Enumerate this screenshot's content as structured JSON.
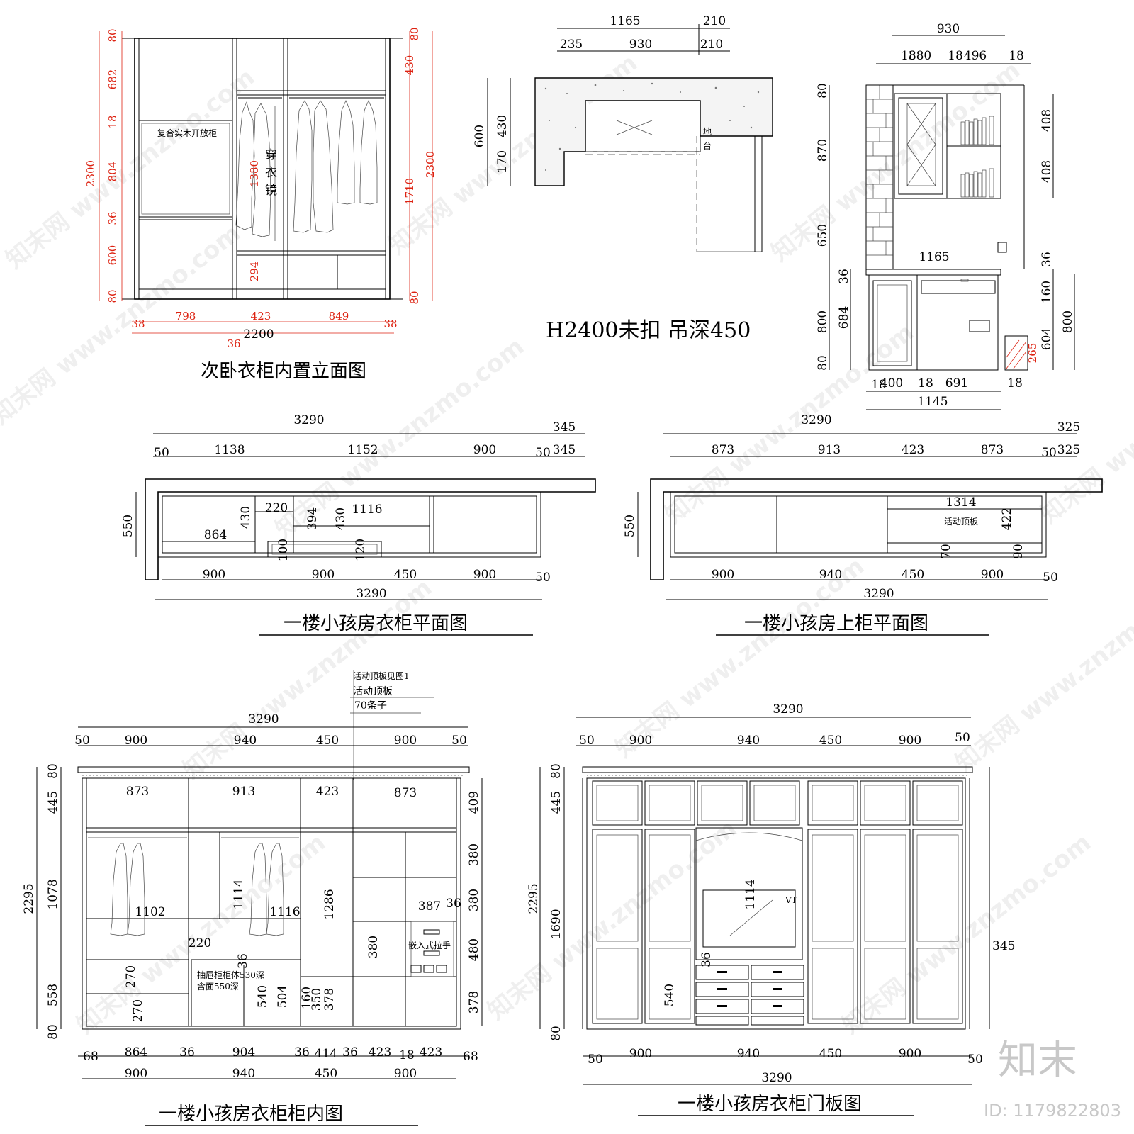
{
  "panels": {
    "p1": {
      "title": "次卧衣柜内置立面图",
      "label_open_cabinet": "复合实木开放柜",
      "label_mirror": [
        "穿",
        "衣",
        "镜"
      ],
      "dims_left": [
        "80",
        "682",
        "18",
        "804",
        "36",
        "600",
        "80"
      ],
      "dim_left_total": "2300",
      "dims_right": [
        "80",
        "430",
        "1710",
        "80"
      ],
      "dim_right_total": "2300",
      "dim_mid_1380": "1380",
      "dim_mid_294": "294",
      "dims_bottom": [
        "38",
        "798",
        "423",
        "849",
        "38"
      ],
      "dim_bottom_36": "36",
      "dim_bottom_total": "2200"
    },
    "p2": {
      "caption": "H2400未扣  吊深450",
      "dims_top1": [
        "1165",
        "210"
      ],
      "dims_top2": [
        "235",
        "930",
        "210"
      ],
      "dims_left": [
        "600",
        "430",
        "170"
      ],
      "label_floor_a": "地",
      "label_floor_b": "台"
    },
    "p3": {
      "dim_top_total": "930",
      "dims_top": [
        "18",
        "380",
        "18",
        "496",
        "18"
      ],
      "dims_left": [
        "80",
        "870",
        "650",
        "36",
        "800",
        "684",
        "80"
      ],
      "dims_right": [
        "408",
        "408",
        "36",
        "160",
        "604",
        "800"
      ],
      "dim_red_265": "265",
      "dim_desk": "1165",
      "dims_bottom": [
        "18",
        "400",
        "18",
        "691",
        "18"
      ],
      "dim_bottom_total": "1145"
    },
    "p4": {
      "title": "一楼小孩房衣柜平面图",
      "dim_top_total": "3290",
      "dim_top_345a": "345",
      "dims_top": [
        "50",
        "1138",
        "1152",
        "900",
        "50",
        "345"
      ],
      "dim_left": "550",
      "dims_inner": [
        "220",
        "1116",
        "430",
        "394",
        "430",
        "864",
        "100",
        "120"
      ],
      "dims_bottom": [
        "900",
        "900",
        "450",
        "900",
        "50"
      ],
      "dim_bottom_total": "3290"
    },
    "p5": {
      "title": "一楼小孩房上柜平面图",
      "dim_top_total": "3290",
      "dim_top_325a": "325",
      "dims_top": [
        "873",
        "913",
        "423",
        "873",
        "50",
        "325"
      ],
      "dim_left": "550",
      "dim_1314": "1314",
      "label_board": "活动顶板",
      "dims_inner": [
        "422",
        "70",
        "90"
      ],
      "dims_bottom": [
        "900",
        "940",
        "450",
        "900",
        "50"
      ],
      "dim_bottom_total": "3290"
    },
    "p6": {
      "title": "一楼小孩房衣柜柜内图",
      "note1": "活动顶板见图1",
      "note2": "活动顶板",
      "note3": "70条子",
      "dim_top_total": "3290",
      "dims_top": [
        "50",
        "900",
        "940",
        "450",
        "900",
        "50"
      ],
      "dim_left_total": "2295",
      "dims_left": [
        "80",
        "445",
        "1078",
        "558",
        "80"
      ],
      "dims_right": [
        "409",
        "380",
        "380",
        "480",
        "378"
      ],
      "dims_upper": [
        "873",
        "913",
        "423",
        "873"
      ],
      "dims_inner": [
        "1102",
        "1114",
        "1116",
        "1286",
        "220",
        "36",
        "270",
        "270",
        "540",
        "504",
        "160",
        "350",
        "378",
        "380",
        "387",
        "36"
      ],
      "label_drawer": "抽屉柜柜体530深",
      "label_drawer2": "含面550深",
      "label_handle": "嵌入式拉手",
      "dims_bottom1": [
        "68",
        "864",
        "36",
        "904",
        "36",
        "414",
        "36",
        "423",
        "18",
        "423",
        "68"
      ],
      "dims_bottom2": [
        "900",
        "940",
        "450",
        "900"
      ]
    },
    "p7": {
      "title": "一楼小孩房衣柜门板图",
      "dim_top_total": "3290",
      "dims_top": [
        "50",
        "900",
        "940",
        "450",
        "900",
        "50"
      ],
      "dim_left_total": "2295",
      "dims_left": [
        "80",
        "445",
        "1690",
        "80"
      ],
      "dims_inner": [
        "1114",
        "36",
        "540"
      ],
      "label_tv": "VT",
      "dim_right": "345",
      "dims_bottom": [
        "50",
        "900",
        "940",
        "450",
        "900",
        "50"
      ],
      "dim_bottom_total": "3290"
    }
  },
  "watermark": "知末网 www.znzmo.com",
  "logo": "知末",
  "image_id": "ID: 1179822803"
}
